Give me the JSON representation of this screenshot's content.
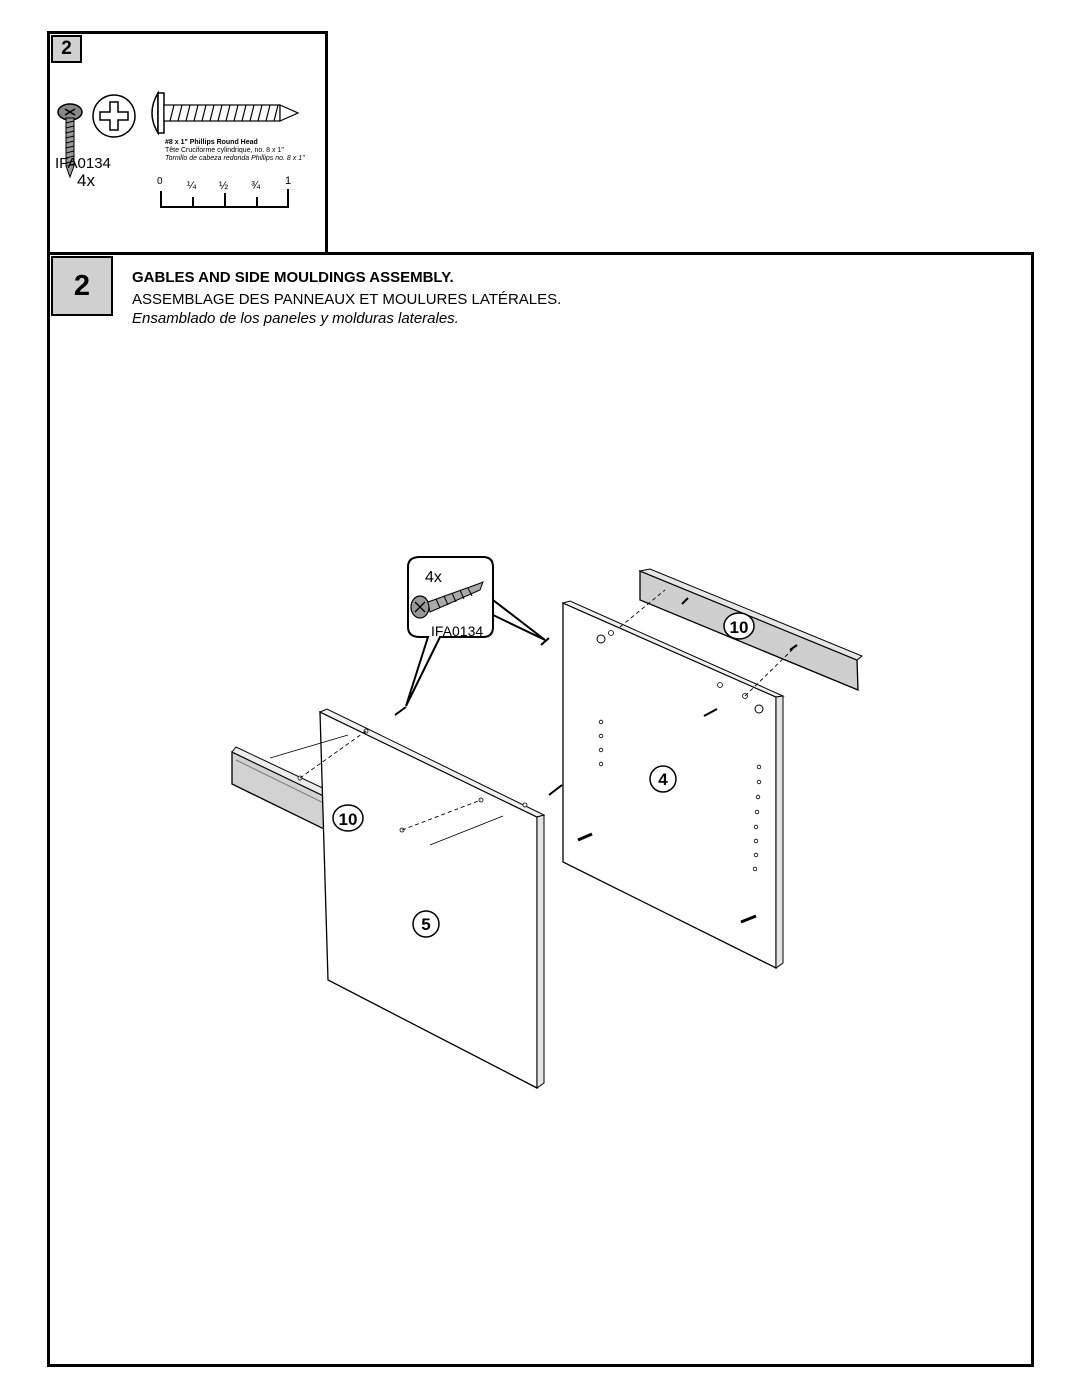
{
  "hardware_box": {
    "step": "2",
    "part_code": "IFA0134",
    "quantity": "4x",
    "desc_en": "#8 x 1\" Phillips Round Head",
    "desc_fr": "Tête Cruciforme cylindrique, no. 8 x 1\"",
    "desc_es": "Tornillo de cabeza redonda Phillips no. 8 x 1\"",
    "ruler_labels": [
      "0",
      "¼",
      "½",
      "¾",
      "1"
    ]
  },
  "step_box": {
    "step": "2",
    "title_en": "GABLES AND SIDE MOULDINGS ASSEMBLY.",
    "title_fr": "ASSEMBLAGE DES PANNEAUX ET MOULURES LATÉRALES.",
    "title_es": "Ensamblado de los paneles y molduras laterales."
  },
  "diagram": {
    "callout": {
      "quantity": "4x",
      "part_code": "IFA0134"
    },
    "labels": {
      "moulding_back": "10",
      "moulding_front": "10",
      "panel_back": "4",
      "panel_front": "5"
    }
  }
}
